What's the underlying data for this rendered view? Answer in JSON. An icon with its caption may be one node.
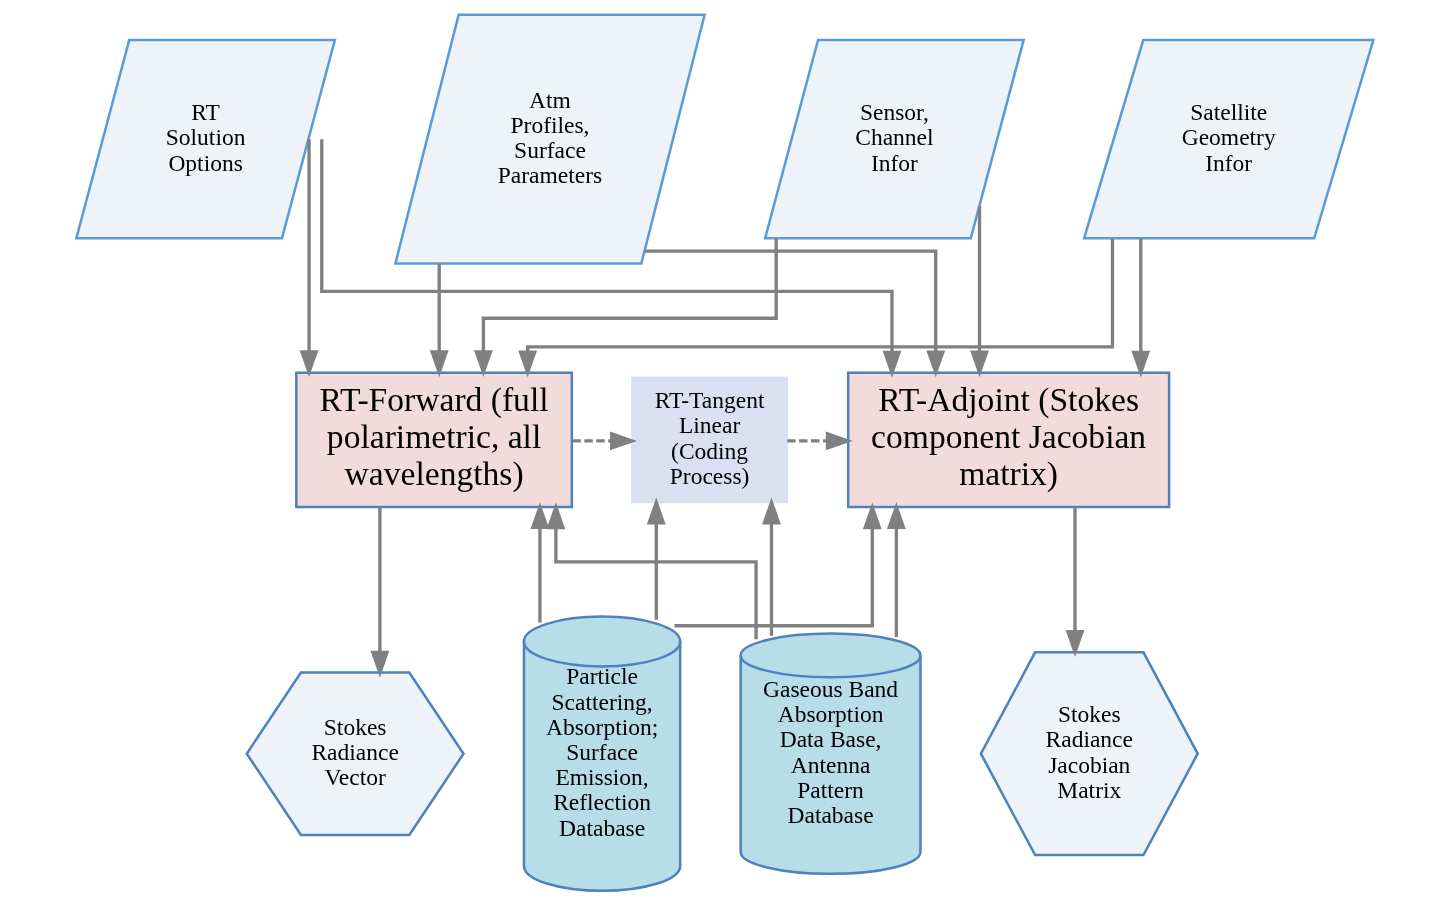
{
  "diagram": {
    "nodes": [
      {
        "text": [
          "Sensor, Channel Infor"
        ]
      },
      {
        "text": [
          "Satellite Geometry Infor"
        ]
      },
      {
        "text": [
          "RT Solution Options"
        ]
      },
      {
        "text": [
          "Atm Profiles, Surface Parameters"
        ]
      },
      {
        "text": [
          "RT-Forward (full polarimetric, all wavelengths)"
        ]
      },
      {
        "text": [
          "RT-Tangent Linear (Coding Process)"
        ]
      },
      {
        "text": [
          "RT-Adjoint (Stokes component Jacobian matrix)"
        ]
      },
      {
        "text": [
          "Particle Scattering, Absorption; Surface Emission, Reflection Database"
        ]
      },
      {
        "text": [
          "Gaseous Band Absorption Data Base, Antenna Pattern Database"
        ]
      },
      {
        "text": [
          "Stokes Radiance Vector"
        ]
      },
      {
        "text": [
          "Stokes Radiance Jacobian Matrix"
        ]
      }
    ],
    "edges": [
      {
        "from": 0,
        "to": 4,
        "arrow": "to"
      },
      {
        "from": 0,
        "to": 6,
        "arrow": "to"
      },
      {
        "from": 1,
        "to": 4,
        "arrow": "to"
      },
      {
        "from": 1,
        "to": 6,
        "arrow": "to"
      },
      {
        "from": 2,
        "to": 4,
        "arrow": "to"
      },
      {
        "from": 2,
        "to": 6,
        "arrow": "to"
      },
      {
        "from": 3,
        "to": 4,
        "arrow": "to"
      },
      {
        "from": 3,
        "to": 6,
        "arrow": "to"
      },
      {
        "from": 4,
        "to": 5,
        "arrow": "to",
        "style": "dashed"
      },
      {
        "from": 5,
        "to": 6,
        "arrow": "to",
        "style": "dashed"
      },
      {
        "from": 7,
        "to": 4,
        "arrow": "to"
      },
      {
        "from": 7,
        "to": 5,
        "arrow": "to"
      },
      {
        "from": 7,
        "to": 6,
        "arrow": "to"
      },
      {
        "from": 8,
        "to": 4,
        "arrow": "to"
      },
      {
        "from": 8,
        "to": 5,
        "arrow": "to"
      },
      {
        "from": 8,
        "to": 6,
        "arrow": "to"
      },
      {
        "from": 4,
        "to": 9,
        "arrow": "to"
      },
      {
        "from": 6,
        "to": 10,
        "arrow": "to"
      }
    ]
  }
}
